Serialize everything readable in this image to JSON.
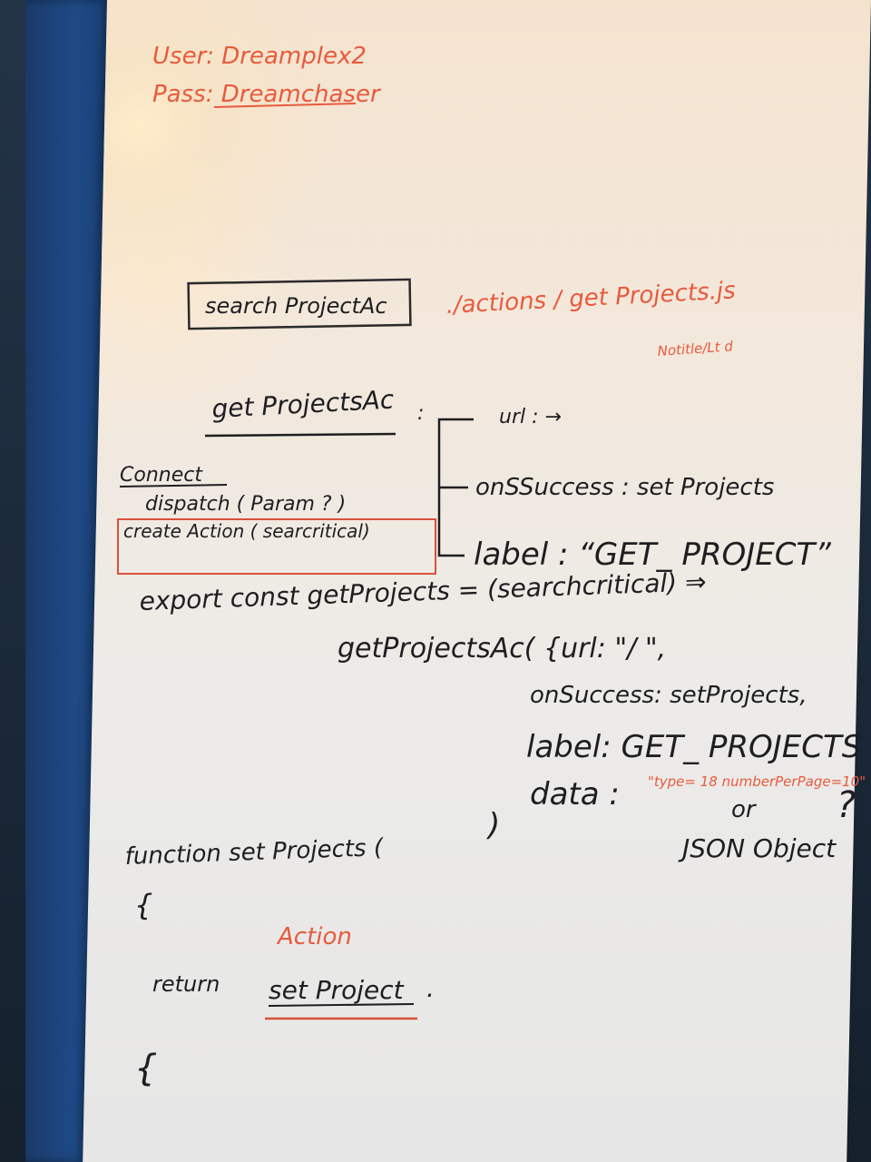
{
  "colors": {
    "frame": "#1f4a86",
    "board": "#efe6dc",
    "ink_black": "#1e1e22",
    "ink_red": "#e85a3c"
  },
  "whiteboard": {
    "credentials": {
      "user_line": "User: Dreamplex2",
      "pass_line": "Pass: Dreamchaser"
    },
    "search_box": "search ProjectAc",
    "actions_path": "./actions / get Projects.js",
    "small_note": "Notitle/Lt d",
    "get_projects_ac": "get ProjectsAc",
    "colon_mark": ":",
    "branch_url": "url : →",
    "branch_onsuccess": "onSSuccess : set Projects",
    "branch_label": "label : “GET_ PROJECT”",
    "connect": "Connect",
    "dispatch": "dispatch ( Param ? )",
    "create_action": "create Action ( searcritical)",
    "export_line": "export const getProjects = (searchcritical) ⇒",
    "call_line": "getProjectsAc( {url: \"/ \",",
    "onsuccess_line": "onSuccess: setProjects,",
    "label_line": "label: GET_ PROJECTS",
    "data_label": "data :",
    "data_value": "\"type= 18 numberPerPage=10\"",
    "or_text": "or",
    "question_mark": "?",
    "json_object": "JSON Object",
    "function_line": "function set Projects (",
    "close_paren": ")",
    "open_brace": "{",
    "action_label": "Action",
    "return_word": "return",
    "set_project": "set Project",
    "period": ".",
    "close_brace": "{"
  }
}
